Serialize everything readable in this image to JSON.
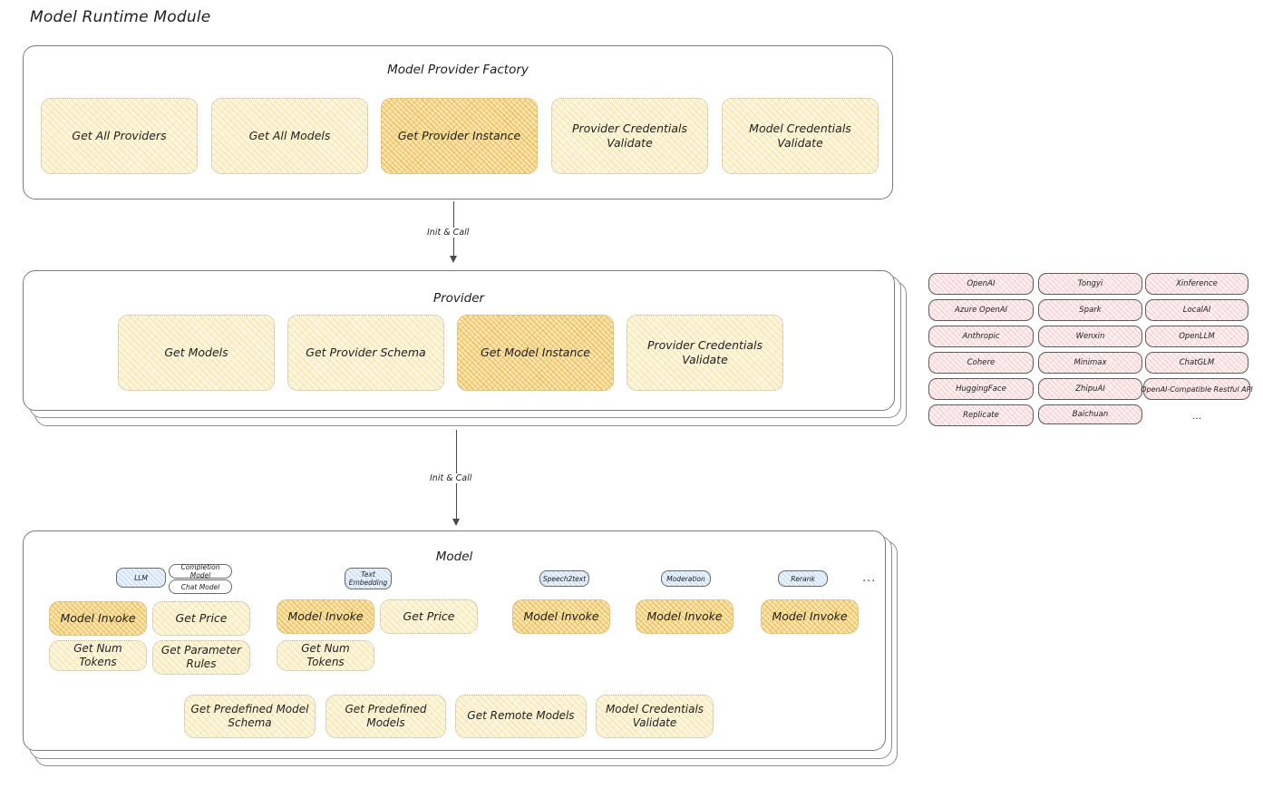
{
  "title": "Model Runtime Module",
  "factory": {
    "title": "Model Provider Factory",
    "methods": [
      {
        "label": "Get All Providers",
        "highlight": false
      },
      {
        "label": "Get All Models",
        "highlight": false
      },
      {
        "label": "Get Provider Instance",
        "highlight": true
      },
      {
        "label": "Provider Credentials Validate",
        "highlight": false
      },
      {
        "label": "Model Credentials Validate",
        "highlight": false
      }
    ]
  },
  "arrow1": {
    "label": "Init & Call"
  },
  "provider": {
    "title": "Provider",
    "methods": [
      {
        "label": "Get Models",
        "highlight": false
      },
      {
        "label": "Get Provider Schema",
        "highlight": false
      },
      {
        "label": "Get Model Instance",
        "highlight": true
      },
      {
        "label": "Provider Credentials Validate",
        "highlight": false
      }
    ]
  },
  "arrow2": {
    "label": "Init & Call"
  },
  "provider_list": {
    "columns": [
      [
        "OpenAI",
        "Azure OpenAI",
        "Anthropic",
        "Cohere",
        "HuggingFace",
        "Replicate"
      ],
      [
        "Tongyi",
        "Spark",
        "Wenxin",
        "Minimax",
        "ZhipuAI",
        "Baichuan"
      ],
      [
        "Xinference",
        "LocalAI",
        "OpenLLM",
        "ChatGLM",
        "OpenAI-Compatible Restful API"
      ]
    ],
    "ellipsis": "..."
  },
  "model": {
    "title": "Model",
    "ellipsis": "...",
    "types": [
      {
        "badge": "LLM",
        "badge_blue": true,
        "sub_badges": [
          "Completion Model",
          "Chat Model"
        ],
        "methods": [
          "Model Invoke",
          "Get Price",
          "Get Num Tokens",
          "Get Parameter Rules"
        ]
      },
      {
        "badge": "Text Embedding",
        "badge_blue": true,
        "sub_badges": [],
        "methods": [
          "Model Invoke",
          "Get Price",
          "Get Num Tokens"
        ]
      },
      {
        "badge": "Speech2text",
        "badge_blue": true,
        "sub_badges": [],
        "methods": [
          "Model Invoke"
        ]
      },
      {
        "badge": "Moderation",
        "badge_blue": true,
        "sub_badges": [],
        "methods": [
          "Model Invoke"
        ]
      },
      {
        "badge": "Rerank",
        "badge_blue": true,
        "sub_badges": [],
        "methods": [
          "Model Invoke"
        ]
      }
    ],
    "shared_methods": [
      "Get Predefined Model Schema",
      "Get Predefined Models",
      "Get Remote Models",
      "Model Credentials Validate"
    ]
  },
  "colors": {
    "chip_fill": "#fdf6de",
    "chip_highlight_fill": "#fbe5b0",
    "provider_tag_fill": "#fdf0f0",
    "badge_blue_fill": "#e7f1fb",
    "stroke": "#1e1e1e",
    "background": "#ffffff"
  }
}
